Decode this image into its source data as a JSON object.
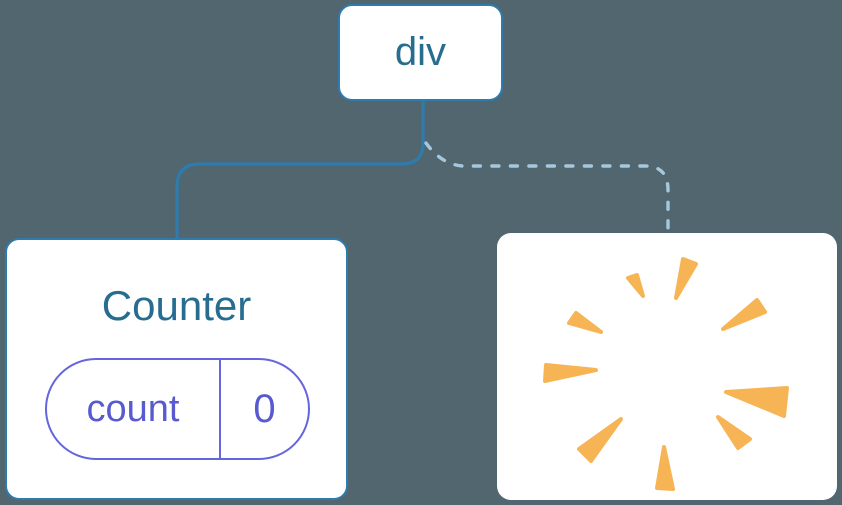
{
  "colors": {
    "background": "#51666f",
    "node_fill": "#ffffff",
    "node_border": "#2e7bad",
    "node_text": "#276d90",
    "edge_solid": "#2e7bad",
    "edge_dashed": "#a7c7dd",
    "state_border": "#6565de",
    "state_text": "#5a5ad0",
    "poof": "#f7b455"
  },
  "tree": {
    "root": {
      "label": "div"
    },
    "counter": {
      "label": "Counter",
      "state": {
        "key": "count",
        "value": "0"
      },
      "edge_style": "solid"
    },
    "removed": {
      "icon": "poof-sparks",
      "edge_style": "dashed"
    }
  },
  "poof_sparks": [
    "131,45 140,42 146,63",
    "186,26 199,31 179,65",
    "260,67 268,79 226,96",
    "72,90 79,80 104,99",
    "49,132 48,148 99,137",
    "229,159 290,155 287,183",
    "221,184 253,206 241,215",
    "124,186 94,228 82,216",
    "167,214 176,256 160,255"
  ]
}
